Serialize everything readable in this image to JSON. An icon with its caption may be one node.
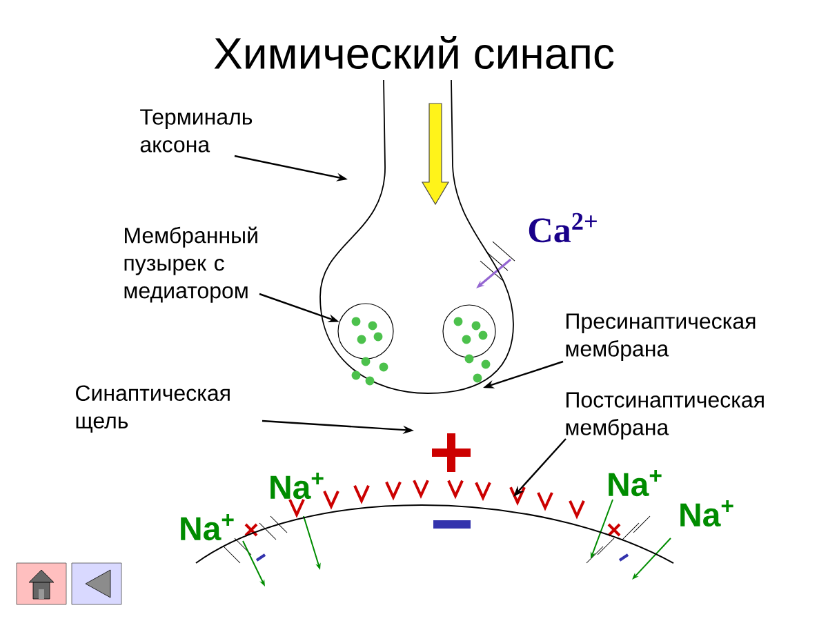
{
  "diagram": {
    "title": "Химический синапс",
    "nodes": [
      {
        "text": [
          "Терминаль аксона"
        ]
      },
      {
        "text": [],
        "shape": "picture"
      },
      {
        "text": [
          "Мембранный пузырек с медиатором"
        ]
      },
      {
        "text": [],
        "shape": "circle",
        "in": 1
      },
      {
        "text": [],
        "shape": "circle",
        "in": 1
      },
      {
        "text": [
          "Пресинаптическая мембрана"
        ]
      },
      {
        "text": [
          "Синаптическая щель"
        ]
      },
      {
        "text": [
          "Постсинаптическая мембрана"
        ]
      },
      {
        "text": [],
        "shape": "picture"
      }
    ],
    "edges": [
      {
        "from": 0,
        "to": 1,
        "arrow": "to"
      },
      {
        "from": 2,
        "to": 3,
        "arrow": "to"
      },
      {
        "from": 5,
        "to": 1,
        "arrow": "to"
      },
      {
        "from": 6,
        "to": null,
        "arrow": "to"
      },
      {
        "from": 7,
        "to": 8,
        "arrow": "to"
      }
    ],
    "labels": [
      "Ca$^{2+}$",
      "Na$^{+}$",
      "Na$^{+}$",
      "Na$^{+}$",
      "Na$^{+}$"
    ]
  }
}
